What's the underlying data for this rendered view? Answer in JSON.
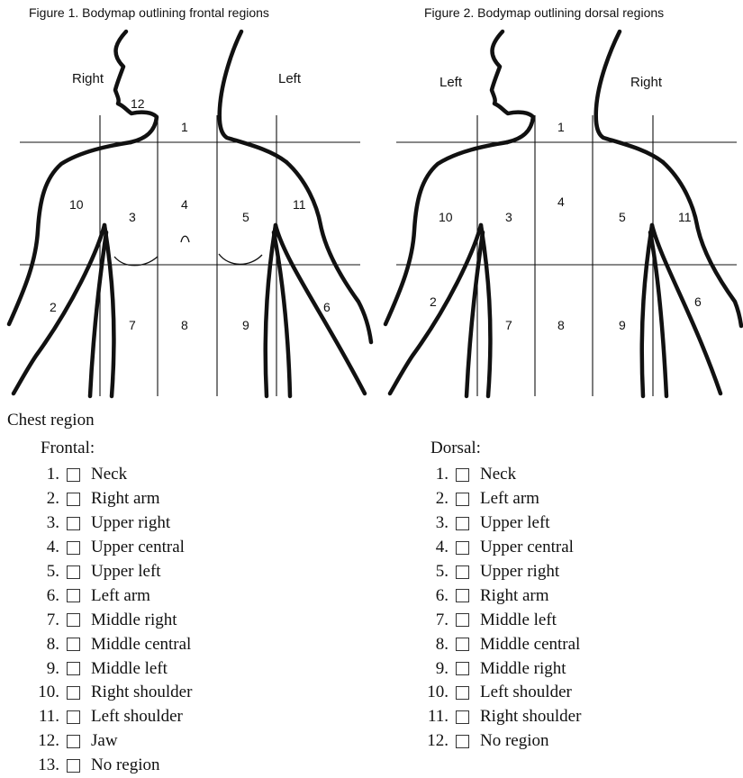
{
  "figure1": {
    "title": "Figure 1. Bodymap  outlining frontal regions",
    "side_left": "Right",
    "side_right": "Left",
    "jaw_label": "12",
    "region_labels": [
      "1",
      "10",
      "3",
      "4",
      "5",
      "11",
      "2",
      "7",
      "8",
      "9",
      "6"
    ]
  },
  "figure2": {
    "title": "Figure 2. Bodymap  outlining dorsal regions",
    "side_left": "Left",
    "side_right": "Right",
    "region_labels": [
      "1",
      "10",
      "3",
      "4",
      "5",
      "11",
      "2",
      "7",
      "8",
      "9",
      "6"
    ]
  },
  "form": {
    "heading": "Chest region",
    "frontal": {
      "heading": "Frontal:",
      "items": [
        {
          "num": "1.",
          "label": "Neck"
        },
        {
          "num": "2.",
          "label": "Right arm"
        },
        {
          "num": "3.",
          "label": "Upper right"
        },
        {
          "num": "4.",
          "label": "Upper central"
        },
        {
          "num": "5.",
          "label": "Upper left"
        },
        {
          "num": "6.",
          "label": "Left arm"
        },
        {
          "num": "7.",
          "label": "Middle right"
        },
        {
          "num": "8.",
          "label": "Middle central"
        },
        {
          "num": "9.",
          "label": "Middle left"
        },
        {
          "num": "10.",
          "label": "Right shoulder"
        },
        {
          "num": "11.",
          "label": "Left shoulder"
        },
        {
          "num": "12.",
          "label": "Jaw"
        },
        {
          "num": "13.",
          "label": "No region"
        }
      ]
    },
    "dorsal": {
      "heading": "Dorsal:",
      "items": [
        {
          "num": "1.",
          "label": "Neck"
        },
        {
          "num": "2.",
          "label": "Left arm"
        },
        {
          "num": "3.",
          "label": "Upper left"
        },
        {
          "num": "4.",
          "label": "Upper central"
        },
        {
          "num": "5.",
          "label": "Upper right"
        },
        {
          "num": "6.",
          "label": "Right arm"
        },
        {
          "num": "7.",
          "label": "Middle left"
        },
        {
          "num": "8.",
          "label": "Middle central"
        },
        {
          "num": "9.",
          "label": "Middle right"
        },
        {
          "num": "10.",
          "label": "Left shoulder"
        },
        {
          "num": "11.",
          "label": "Right shoulder"
        },
        {
          "num": "12.",
          "label": "No region"
        }
      ]
    }
  }
}
